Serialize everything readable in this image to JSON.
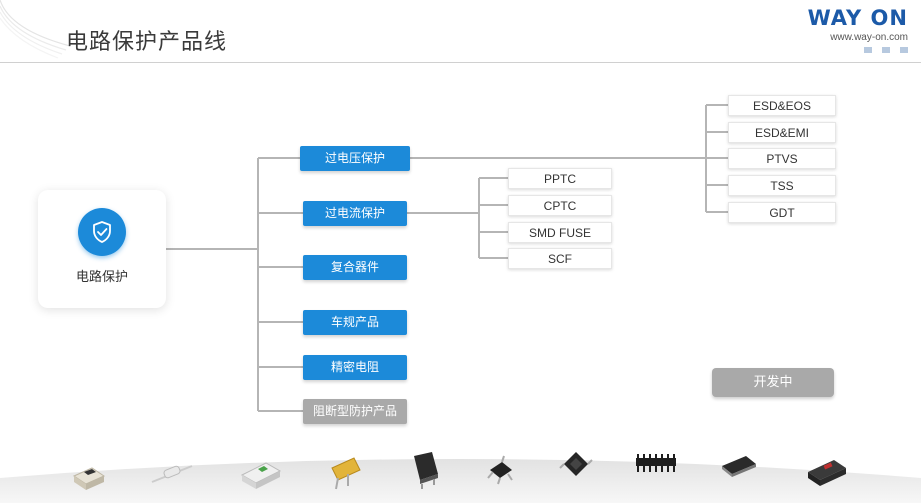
{
  "header": {
    "title": "电路保护产品线",
    "logo_text": "WAY ON",
    "logo_url": "www.way-on.com"
  },
  "root": {
    "label": "电路保护",
    "icon": "shield-check-icon"
  },
  "categories": [
    "过电压保护",
    "过电流保护",
    "复合器件",
    "车规产品",
    "精密电阻",
    "阻断型防护产品"
  ],
  "overcurrent_products": [
    "PPTC",
    "CPTC",
    "SMD FUSE",
    "SCF"
  ],
  "overvoltage_products": [
    "ESD&EOS",
    "ESD&EMI",
    "PTVS",
    "TSS",
    "GDT"
  ],
  "in_development_label": "开发中",
  "colors": {
    "accent_blue": "#1c8ad9",
    "inactive_gray": "#a9a9a9",
    "logo_blue": "#1c5aa8",
    "connector_gray": "#b5b5b5"
  },
  "product_images": [
    "smd-fuse-image",
    "axial-ptc-image",
    "smd-ptc-image",
    "radial-ptc-image",
    "gdt-image",
    "sot-package-image",
    "diode-package-image",
    "resistor-array-image",
    "smd-chip-image",
    "to-package-image"
  ]
}
